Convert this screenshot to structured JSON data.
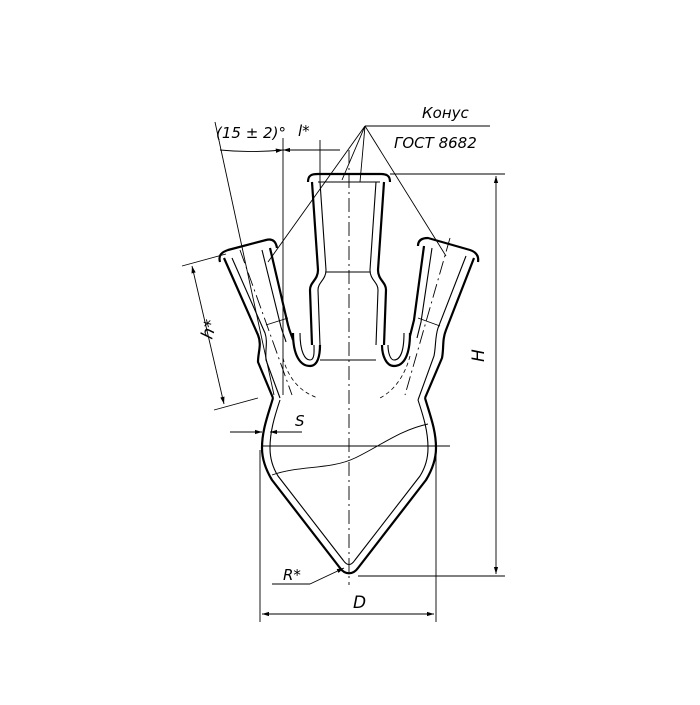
{
  "diagram": {
    "labels": {
      "cone": "Конус",
      "gost": "ГОСТ 8682",
      "angle": "(15 ± 2)°",
      "l": "l*",
      "h": "h*",
      "H": "H",
      "S": "S",
      "R": "R*",
      "D": "D"
    },
    "colors": {
      "line": "#000000",
      "background": "#ffffff"
    }
  }
}
